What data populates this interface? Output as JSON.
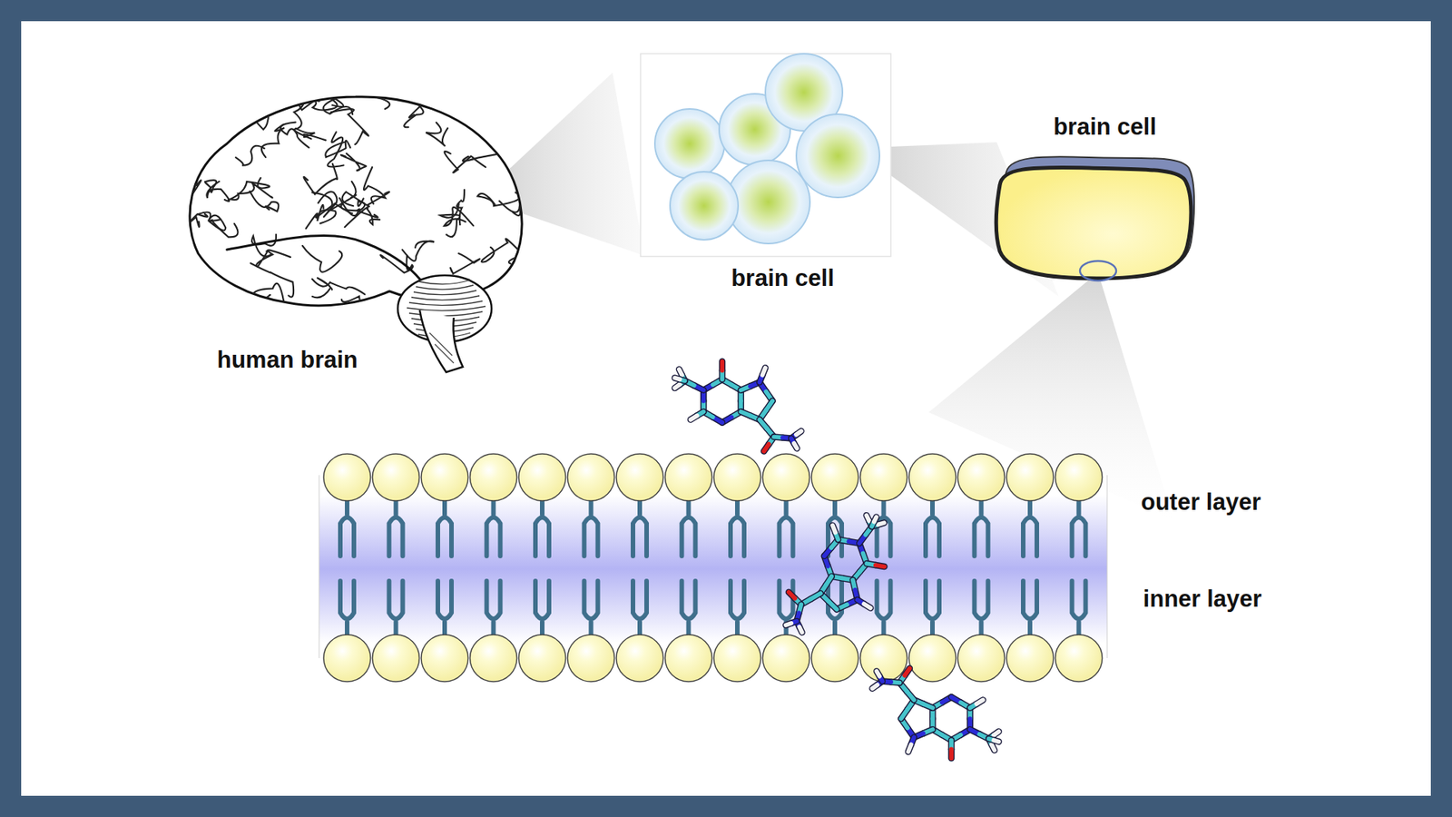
{
  "diagram": {
    "labels": [
      "human brain",
      "brain cell",
      "brain cell",
      "outer layer",
      "inner layer"
    ]
  }
}
